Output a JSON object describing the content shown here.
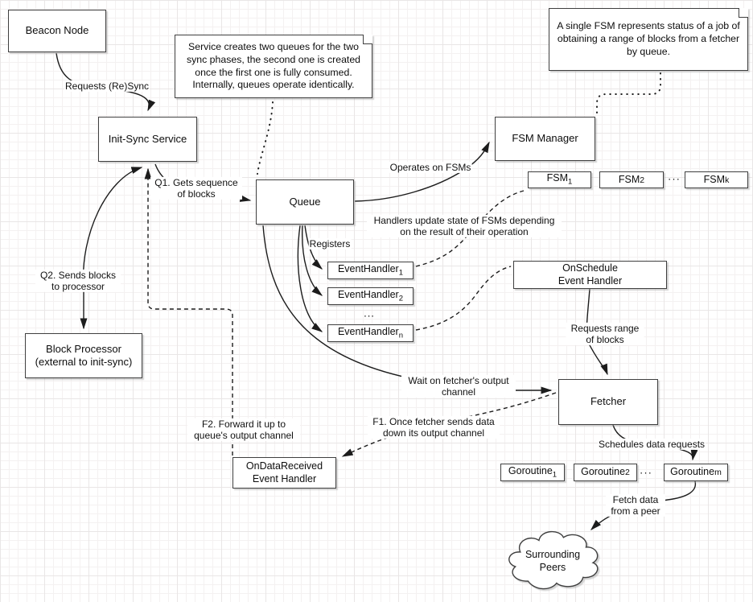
{
  "notes": {
    "queues": "Service creates two queues for the two sync phases, the second one is created once the first one is fully consumed. Internally, queues operate identically.",
    "fsm": "A single FSM represents status of a job of obtaining a range of blocks from a fetcher by queue."
  },
  "nodes": {
    "beacon_node": "Beacon Node",
    "init_sync_service": "Init-Sync Service",
    "queue": "Queue",
    "fsm_manager": "FSM Manager",
    "fetcher": "Fetcher",
    "block_processor": {
      "line1": "Block Processor",
      "line2": "(external to init-sync)"
    },
    "onschedule": {
      "line1": "OnSchedule",
      "line2": "Event Handler"
    },
    "ondatareceived": {
      "line1": "OnDataReceived",
      "line2": "Event Handler"
    },
    "surrounding_peers": {
      "line1": "Surrounding",
      "line2": "Peers"
    }
  },
  "series": {
    "fsm": {
      "base": "FSM",
      "first": "1",
      "second": "2",
      "last": "k",
      "ellipsis": "···"
    },
    "event_handler": {
      "base": "EventHandler",
      "first": "1",
      "second": "2",
      "last": "n",
      "ellipsis": "..."
    },
    "goroutine": {
      "base": "Goroutine",
      "first": "1",
      "second": "2",
      "last": "m",
      "ellipsis": "···"
    }
  },
  "edge_labels": {
    "requests_resync": "Requests (Re)Sync",
    "q1": "Q1. Gets sequence of blocks",
    "q2": "Q2. Sends blocks to processor",
    "operates_on_fsms": "Operates on FSMs",
    "handlers_update": "Handlers update state of FSMs depending on the result of their operation",
    "registers": "Registers",
    "requests_range": "Requests range of blocks",
    "wait_on_fetcher": "Wait on fetcher's output channel",
    "f1": "F1. Once fetcher sends data down its output channel",
    "f2": "F2. Forward it up to queue's output channel",
    "schedules": "Schedules data requests",
    "fetch_data": "Fetch data from a peer"
  }
}
